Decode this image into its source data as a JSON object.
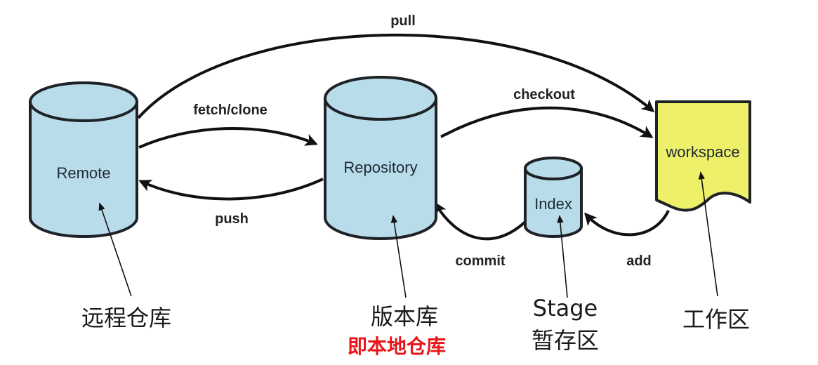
{
  "colors": {
    "cylinder_fill": "#b8dcea",
    "cylinder_stroke": "#1e2226",
    "workspace_fill": "#eef06a",
    "highlight_red": "#e8161b"
  },
  "nodes": {
    "remote": "Remote",
    "repository": "Repository",
    "index": "Index",
    "workspace": "workspace"
  },
  "edges": {
    "pull": "pull",
    "fetch_clone": "fetch/clone",
    "push": "push",
    "checkout": "checkout",
    "commit": "commit",
    "add": "add"
  },
  "captions": {
    "remote": "远程仓库",
    "repository": "版本库",
    "repository_note": "即本地仓库",
    "stage_en": "Stage",
    "stage_cn": "暂存区",
    "workspace": "工作区"
  }
}
